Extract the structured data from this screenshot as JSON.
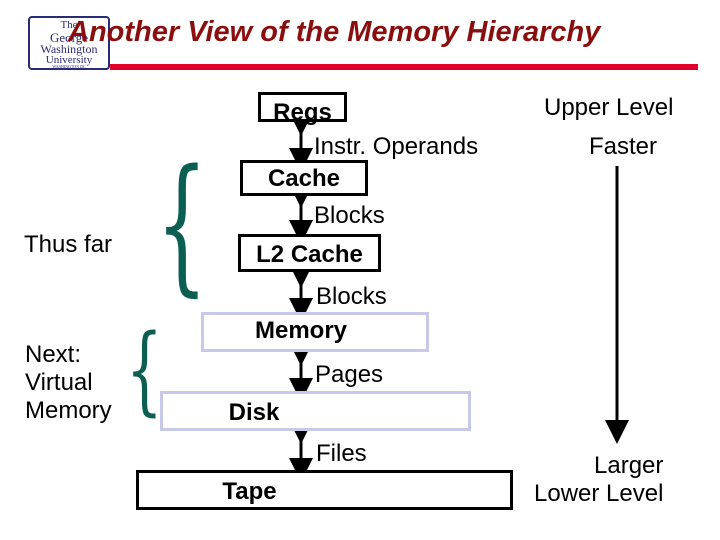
{
  "slide": {
    "title": "Another View of the Memory Hierarchy",
    "logo": {
      "line1": "The",
      "line2": "George",
      "line3": "Washington",
      "line4": "University",
      "line5": "WASHINGTON DC"
    },
    "levels": [
      {
        "name": "Regs",
        "transfer": "Instr. Operands"
      },
      {
        "name": "Cache",
        "transfer": "Blocks"
      },
      {
        "name": "L2 Cache",
        "transfer": "Blocks"
      },
      {
        "name": "Memory",
        "transfer": "Pages"
      },
      {
        "name": "Disk",
        "transfer": "Files"
      },
      {
        "name": "Tape",
        "transfer": ""
      }
    ],
    "left_notes": {
      "thus_far": "Thus far",
      "next_line1": "Next:",
      "next_line2": "Virtual",
      "next_line3": "Memory"
    },
    "right_notes": {
      "upper_level": "Upper Level",
      "faster": "Faster",
      "larger": "Larger",
      "lower_level": "Lower Level"
    },
    "colors": {
      "title": "#8b0e0e",
      "rule": "#e0002a",
      "brace": "#0a5e52",
      "highlight_border": "#c8c8e8"
    }
  }
}
